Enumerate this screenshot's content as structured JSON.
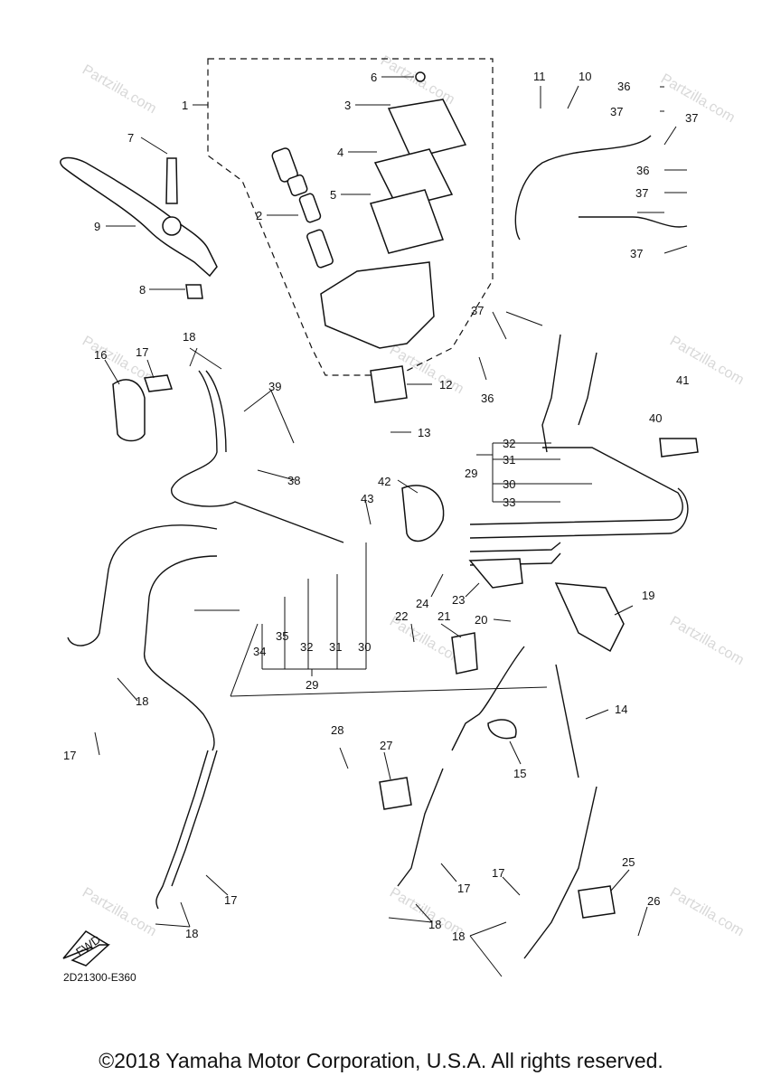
{
  "diagram_code": "2D21300-E360",
  "copyright": "©2018 Yamaha Motor Corporation, U.S.A. All rights reserved.",
  "watermark": "Partzilla.com",
  "fwd_arrow": "FWD",
  "callouts": {
    "c1": "1",
    "c2": "2",
    "c3": "3",
    "c4": "4",
    "c5": "5",
    "c6": "6",
    "c7": "7",
    "c8": "8",
    "c9": "9",
    "c10": "10",
    "c11": "11",
    "c12": "12",
    "c13": "13",
    "c14": "14",
    "c15": "15",
    "c16": "16",
    "c17": "17",
    "c18": "18",
    "c19": "19",
    "c20": "20",
    "c21": "21",
    "c22": "22",
    "c23": "23",
    "c24": "24",
    "c25": "25",
    "c26": "26",
    "c27": "27",
    "c28": "28",
    "c29": "29",
    "c30": "30",
    "c31": "31",
    "c32": "32",
    "c33": "33",
    "c34": "34",
    "c35": "35",
    "c36": "36",
    "c37": "37",
    "c38": "38",
    "c39": "39",
    "c40": "40",
    "c41": "41",
    "c42": "42",
    "c43": "43"
  }
}
